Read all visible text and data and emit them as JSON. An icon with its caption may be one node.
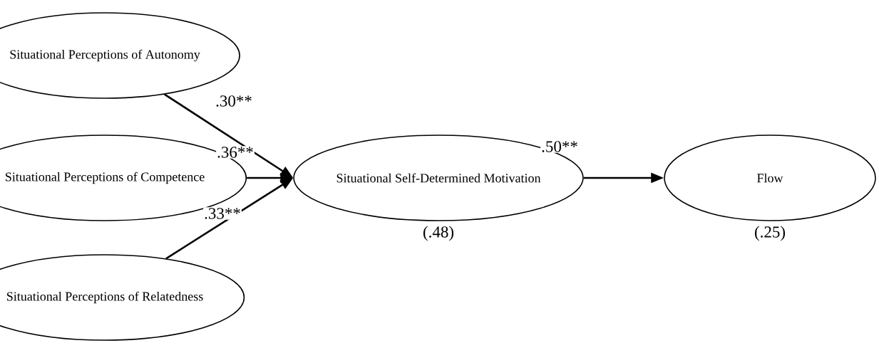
{
  "diagram": {
    "nodes": [
      {
        "text": [
          "Situational Perceptions of Autonomy"
        ]
      },
      {
        "text": [
          "Situational Perceptions of Competence"
        ]
      },
      {
        "text": [
          "Situational Perceptions of Relatedness"
        ]
      },
      {
        "text": [
          "Situational Self-Determined Motivation"
        ],
        "beside": [
          "(.48)"
        ]
      },
      {
        "text": [
          "Flow"
        ],
        "beside": [
          "(.25)"
        ]
      }
    ],
    "edges": [
      {
        "from": 0,
        "to": 3,
        "arrow": "to",
        "label": ".30**"
      },
      {
        "from": 1,
        "to": 3,
        "arrow": "to",
        "label": ".36**"
      },
      {
        "from": 2,
        "to": 3,
        "arrow": "to",
        "label": ".33**"
      },
      {
        "from": 3,
        "to": 4,
        "arrow": "to",
        "label": ".50**"
      }
    ]
  }
}
